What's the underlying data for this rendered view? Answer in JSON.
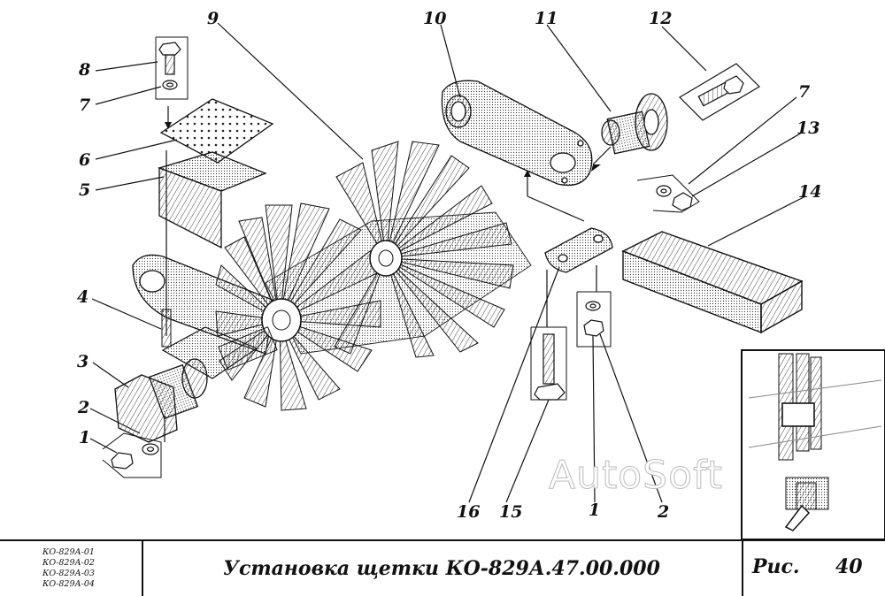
{
  "callouts": [
    {
      "id": "c8",
      "text": "8"
    },
    {
      "id": "c7a",
      "text": "7"
    },
    {
      "id": "c6",
      "text": "6"
    },
    {
      "id": "c5",
      "text": "5"
    },
    {
      "id": "c4",
      "text": "4"
    },
    {
      "id": "c3",
      "text": "3"
    },
    {
      "id": "c2a",
      "text": "2"
    },
    {
      "id": "c1a",
      "text": "1"
    },
    {
      "id": "c9",
      "text": "9"
    },
    {
      "id": "c10",
      "text": "10"
    },
    {
      "id": "c11",
      "text": "11"
    },
    {
      "id": "c12",
      "text": "12"
    },
    {
      "id": "c7b",
      "text": "7"
    },
    {
      "id": "c13",
      "text": "13"
    },
    {
      "id": "c14",
      "text": "14"
    },
    {
      "id": "c16",
      "text": "16"
    },
    {
      "id": "c15",
      "text": "15"
    },
    {
      "id": "c1b",
      "text": "1"
    },
    {
      "id": "c2b",
      "text": "2"
    }
  ],
  "watermark": "AutoSoft",
  "title_block": {
    "variants": [
      "КО-829А-01",
      "КО-829А-02",
      "КО-829А-03",
      "КО-829А-04"
    ],
    "caption": "Установка щетки КО-829А.47.00.000",
    "figure_label": "Рис.",
    "figure_number": "40"
  }
}
